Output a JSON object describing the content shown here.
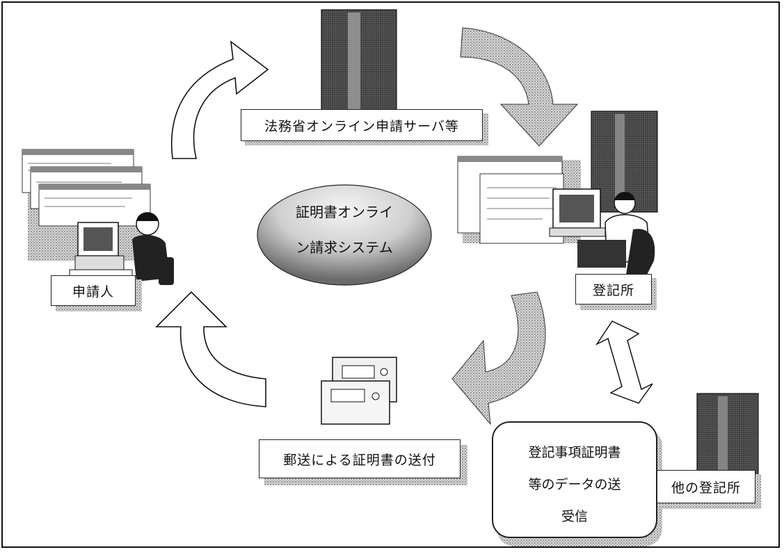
{
  "diagram": {
    "center": {
      "line1": "証明書オンライ",
      "line2": "ン請求システム"
    },
    "nodes": {
      "server_label": "法務省オンライン申請サーバ等",
      "applicant_label": "申請人",
      "registry_label": "登記所",
      "mail_label": "郵送による証明書の送付",
      "other_registry_label": "他の登記所"
    },
    "data_exchange": {
      "line1": "登記事項証明書",
      "line2": "等のデータの送",
      "line3": "受信"
    }
  }
}
